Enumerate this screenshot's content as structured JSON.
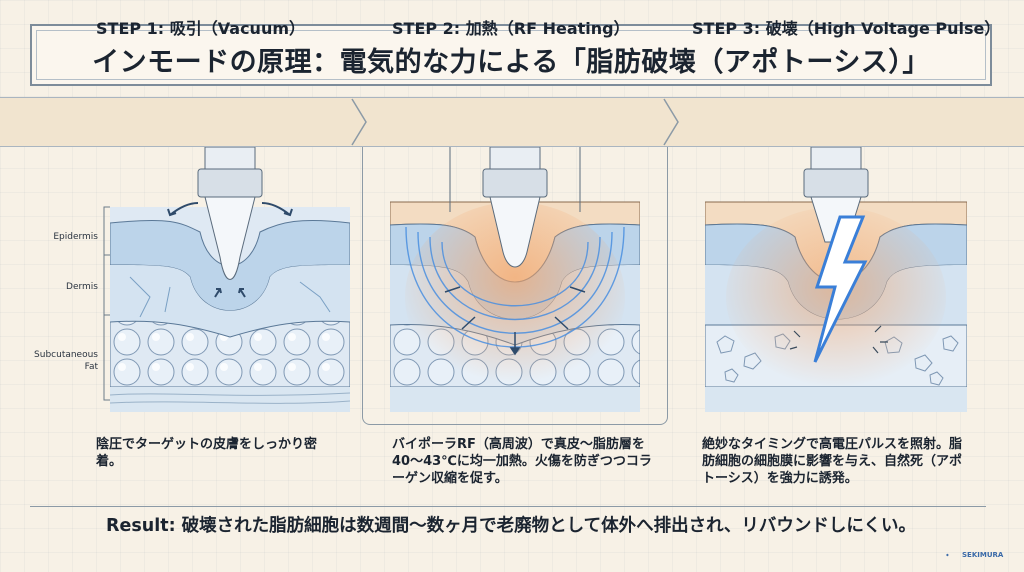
{
  "title": "インモードの原理：電気的な力による「脂肪破壊（アポトーシス）」",
  "steps": [
    {
      "title": "STEP 1: 吸引（Vacuum）",
      "desc": "陰圧でターゲットの皮膚をしっかり密着。"
    },
    {
      "title": "STEP 2: 加熱（RF Heating）",
      "desc": "バイポーラRF（高周波）で真皮～脂肪層を40～43℃に均一加熱。火傷を防ぎつつコラーゲン収縮を促す。"
    },
    {
      "title": "STEP 3: 破壊（High Voltage Pulse）",
      "desc": "絶妙なタイミングで高電圧パルスを照射。脂肪細胞の細胞膜に影響を与え、自然死（アポトーシス）を強力に誘発。"
    }
  ],
  "layers": {
    "epidermis": "Epidermis",
    "dermis": "Dermis",
    "subcutaneous_1": "Subcutaneous",
    "subcutaneous_2": "Fat"
  },
  "result": "Result: 破壊された脂肪細胞は数週間～数ヶ月で老廃物として体外へ排出され、リバウンドしにくい。",
  "logo": "SEKIMURA",
  "colors": {
    "background": "#f7f1e6",
    "header": "#f1e4cf",
    "fat": "#dfeaf4",
    "skin": "#f3dcc2",
    "rf": "#4a8fe0",
    "heat": "#f2a46a"
  },
  "icons": [
    "handpiece-icon",
    "suction-arrow-icon",
    "rf-wave-icon",
    "lightning-bolt-icon",
    "chevron-right-icon",
    "logo-icon"
  ]
}
